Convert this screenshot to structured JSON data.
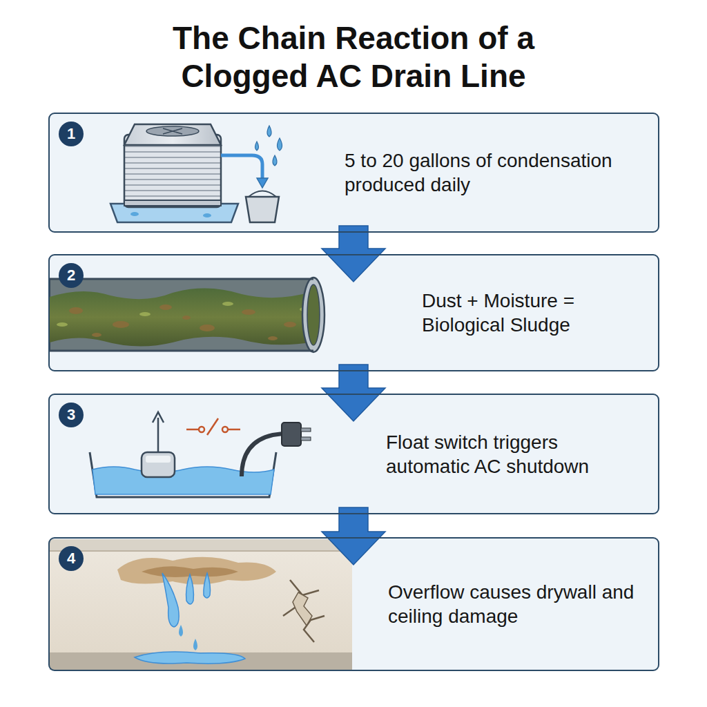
{
  "diagram": {
    "title": "The Chain Reaction of a Clogged AC Drain Line",
    "nodes": [
      {
        "text": [
          "5 to 20 gallons of condensation produced daily"
        ]
      },
      {
        "text": [
          "1"
        ],
        "in": 0
      },
      {
        "text": [
          "Dust + Moisture = Biological Sludge"
        ]
      },
      {
        "text": [
          "2"
        ],
        "in": 2
      },
      {
        "text": [
          "Float switch triggers automatic AC shutdown"
        ]
      },
      {
        "text": [
          "3"
        ],
        "in": 4
      },
      {
        "text": [
          "Overflow causes drywall and ceiling damage"
        ]
      },
      {
        "text": [
          "4"
        ],
        "in": 6
      }
    ],
    "edges": [
      {
        "from": 0,
        "to": 2,
        "arrow": "to"
      },
      {
        "from": 2,
        "to": 4,
        "arrow": "to"
      },
      {
        "from": 4,
        "to": 6,
        "arrow": "to"
      }
    ]
  }
}
